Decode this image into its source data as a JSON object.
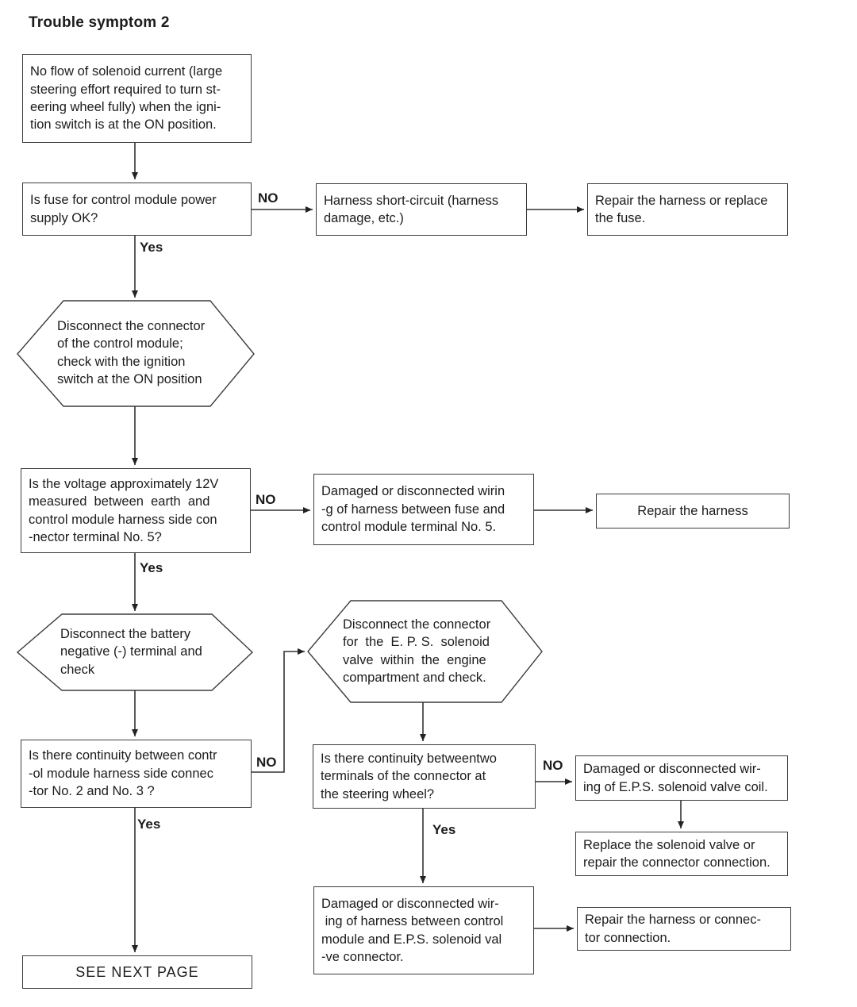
{
  "title": "Trouble symptom 2",
  "labels": {
    "yes": "Yes",
    "no": "NO"
  },
  "nodes": {
    "symptom": "No flow of solenoid current (large\nsteering effort required to turn st-\neering wheel fully) when the igni-\ntion switch is at the ON position.",
    "fuse_question": "Is fuse for control module power\nsupply OK?",
    "harness_short": "Harness short-circuit (harness\ndamage, etc.)",
    "repair_fuse": "Repair the harness or replace\nthe fuse.",
    "hex_control_module": "Disconnect the connector\nof the control module;\ncheck with the ignition\nswitch at the ON position",
    "voltage_question": "Is the voltage approximately 12V\nmeasured  between  earth  and\ncontrol module harness side con\n-nector terminal No. 5?",
    "damaged_wiring_fuse": "Damaged or disconnected wirin\n-g of harness between fuse and\ncontrol module terminal No. 5.",
    "repair_harness": "Repair the harness",
    "hex_battery": "Disconnect the battery\nnegative (-) terminal and\ncheck",
    "hex_eps": "Disconnect the connector\nfor  the  E. P. S.  solenoid\nvalve  within  the  engine\ncompartment and check.",
    "continuity_module": "Is there continuity between contr\n-ol module harness side connec\n-tor No. 2 and No. 3 ?",
    "continuity_steering": "Is there continuity betweentwo\nterminals of the connector at\nthe steering wheel?",
    "coil_damaged": "Damaged or disconnected wir-\ning of E.P.S. solenoid valve coil.",
    "replace_solenoid": "Replace the solenoid valve or\nrepair the connector connection.",
    "harness_control_eps": "Damaged or disconnected wir-\n ing of harness between control\nmodule and E.P.S. solenoid val\n-ve connector.",
    "repair_harness_connector": "Repair the harness or connec-\ntor connection.",
    "see_next_page": "SEE NEXT PAGE"
  }
}
